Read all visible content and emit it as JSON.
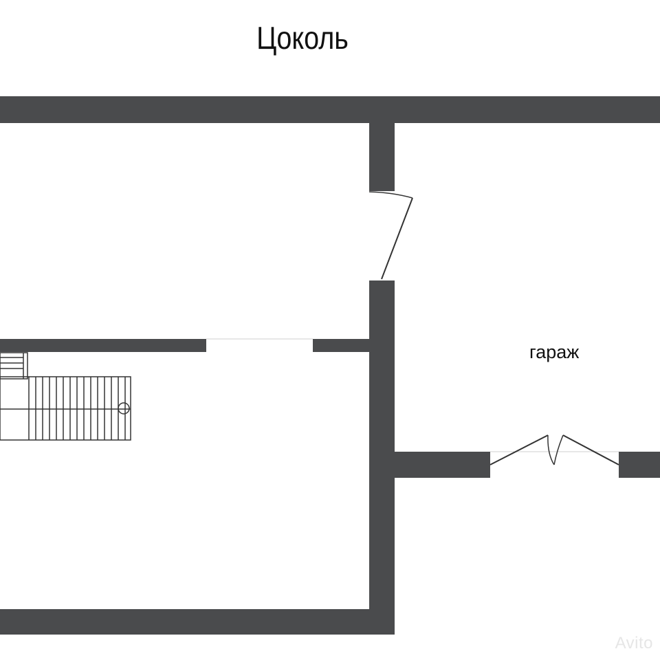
{
  "plan": {
    "title": "Цоколь",
    "rooms": [
      {
        "label": "гараж"
      }
    ],
    "watermark": "Avito"
  },
  "colors": {
    "wall": "#4a4b4d",
    "line": "#333333",
    "background": "#ffffff"
  }
}
